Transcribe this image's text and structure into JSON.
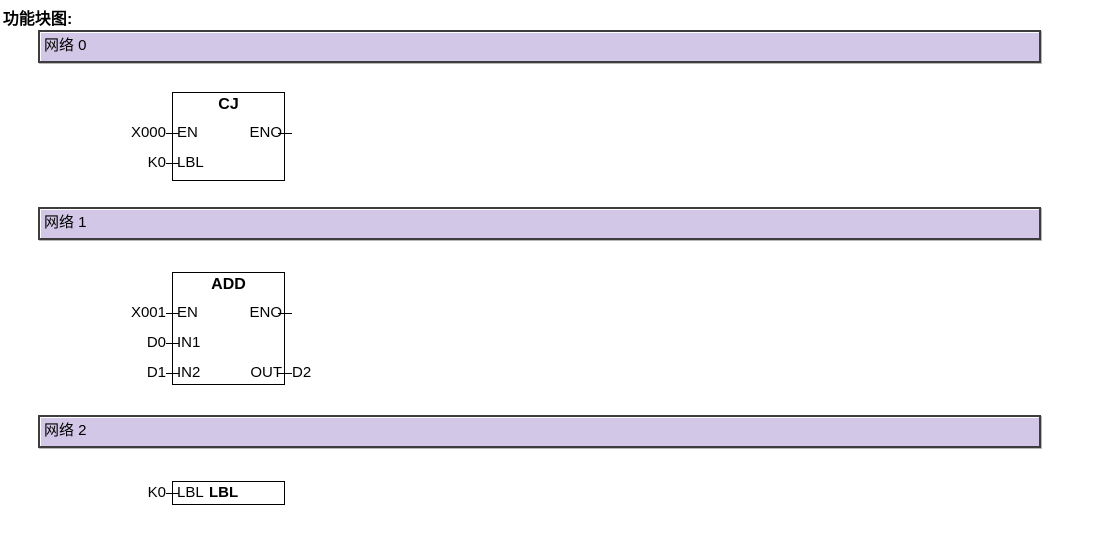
{
  "page": {
    "title": "功能块图:"
  },
  "colors": {
    "banner_fill": "#d3c7e7",
    "banner_border": "#3d3d3d",
    "block_border": "#000000",
    "text": "#000000",
    "background": "#ffffff"
  },
  "networks": [
    {
      "label": "网络 0",
      "block": {
        "name": "CJ",
        "rows": [
          {
            "left_operand": "X000",
            "left_pin": "EN",
            "right_pin": "ENO"
          },
          {
            "left_operand": "K0",
            "left_pin": "LBL"
          }
        ]
      }
    },
    {
      "label": "网络 1",
      "block": {
        "name": "ADD",
        "rows": [
          {
            "left_operand": "X001",
            "left_pin": "EN",
            "right_pin": "ENO"
          },
          {
            "left_operand": "D0",
            "left_pin": "IN1"
          },
          {
            "left_operand": "D1",
            "left_pin": "IN2",
            "right_pin": "OUT",
            "right_operand": "D2"
          }
        ]
      }
    },
    {
      "label": "网络 2",
      "block": {
        "name": "LBL",
        "rows": [
          {
            "left_operand": "K0",
            "left_pin": "LBL"
          }
        ]
      }
    }
  ]
}
